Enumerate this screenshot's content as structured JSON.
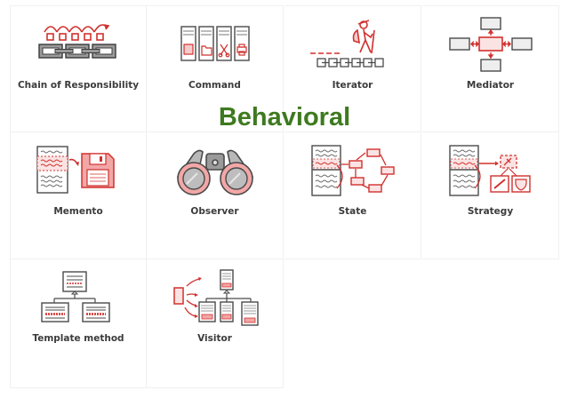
{
  "overlay_title": "Behavioral",
  "colors": {
    "accent_red": "#d0312d",
    "icon_gray": "#4a4a4a",
    "title_green": "#3e7a1f",
    "label_text": "#3b3b3b",
    "grid_line": "#f0f0f0"
  },
  "patterns": [
    {
      "label": "Chain of Responsibility",
      "icon": "chain-of-responsibility-icon"
    },
    {
      "label": "Command",
      "icon": "command-icon"
    },
    {
      "label": "Iterator",
      "icon": "iterator-icon"
    },
    {
      "label": "Mediator",
      "icon": "mediator-icon"
    },
    {
      "label": "Memento",
      "icon": "memento-icon"
    },
    {
      "label": "Observer",
      "icon": "observer-icon"
    },
    {
      "label": "State",
      "icon": "state-icon"
    },
    {
      "label": "Strategy",
      "icon": "strategy-icon"
    },
    {
      "label": "Template method",
      "icon": "template-method-icon"
    },
    {
      "label": "Visitor",
      "icon": "visitor-icon"
    }
  ]
}
